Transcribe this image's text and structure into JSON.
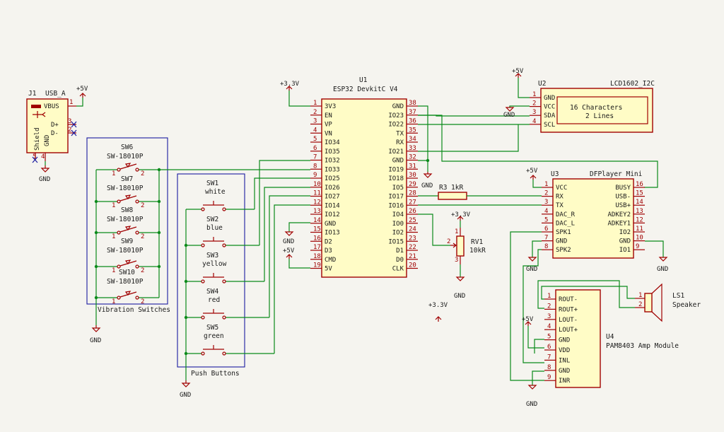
{
  "groups": {
    "vibration": "Vibration Switches",
    "push": "Push Buttons"
  },
  "power": {
    "p5v": "+5V",
    "p33": "+3.3V",
    "gnd": "GND"
  },
  "j1": {
    "ref": "J1",
    "val": "USB_A",
    "vbus": "VBUS",
    "dp": "D+",
    "dm": "D-",
    "shield": "Shield",
    "gnd": "GND",
    "pins": [
      "1",
      "2",
      "3",
      "4",
      "5"
    ]
  },
  "u1": {
    "ref": "U1",
    "val": "ESP32 DevkitC V4",
    "left": [
      {
        "name": "3V3",
        "num": "1"
      },
      {
        "name": "EN",
        "num": "2"
      },
      {
        "name": "VP",
        "num": "3"
      },
      {
        "name": "VN",
        "num": "4"
      },
      {
        "name": "IO34",
        "num": "5"
      },
      {
        "name": "IO35",
        "num": "6"
      },
      {
        "name": "IO32",
        "num": "7"
      },
      {
        "name": "IO33",
        "num": "8"
      },
      {
        "name": "IO25",
        "num": "9"
      },
      {
        "name": "IO26",
        "num": "10"
      },
      {
        "name": "IO27",
        "num": "11"
      },
      {
        "name": "IO14",
        "num": "12"
      },
      {
        "name": "IO12",
        "num": "13"
      },
      {
        "name": "GND",
        "num": "14"
      },
      {
        "name": "IO13",
        "num": "15"
      },
      {
        "name": "D2",
        "num": "16"
      },
      {
        "name": "D3",
        "num": "17"
      },
      {
        "name": "CMD",
        "num": "18"
      },
      {
        "name": "5V",
        "num": "19"
      }
    ],
    "right": [
      {
        "name": "GND",
        "num": "38"
      },
      {
        "name": "IO23",
        "num": "37"
      },
      {
        "name": "IO22",
        "num": "36"
      },
      {
        "name": "TX",
        "num": "35"
      },
      {
        "name": "RX",
        "num": "34"
      },
      {
        "name": "IO21",
        "num": "33"
      },
      {
        "name": "GND",
        "num": "32"
      },
      {
        "name": "IO19",
        "num": "31"
      },
      {
        "name": "IO18",
        "num": "30"
      },
      {
        "name": "IO5",
        "num": "29"
      },
      {
        "name": "IO17",
        "num": "28"
      },
      {
        "name": "IO16",
        "num": "27"
      },
      {
        "name": "IO4",
        "num": "26"
      },
      {
        "name": "IO0",
        "num": "25"
      },
      {
        "name": "IO2",
        "num": "24"
      },
      {
        "name": "IO15",
        "num": "23"
      },
      {
        "name": "D1",
        "num": "22"
      },
      {
        "name": "D0",
        "num": "21"
      },
      {
        "name": "CLK",
        "num": "20"
      }
    ]
  },
  "u2": {
    "ref": "U2",
    "val": "LCD1602_I2C",
    "line1": "16 Characters",
    "line2": "2 Lines",
    "pins": [
      {
        "name": "GND",
        "num": "1"
      },
      {
        "name": "VCC",
        "num": "2"
      },
      {
        "name": "SDA",
        "num": "3"
      },
      {
        "name": "SCL",
        "num": "4"
      }
    ]
  },
  "u3": {
    "ref": "U3",
    "val": "DFPlayer Mini",
    "left": [
      {
        "name": "VCC",
        "num": "1"
      },
      {
        "name": "RX",
        "num": "2"
      },
      {
        "name": "TX",
        "num": "3"
      },
      {
        "name": "DAC_R",
        "num": "4"
      },
      {
        "name": "DAC_L",
        "num": "5"
      },
      {
        "name": "SPK1",
        "num": "6"
      },
      {
        "name": "GND",
        "num": "7"
      },
      {
        "name": "SPK2",
        "num": "8"
      }
    ],
    "right": [
      {
        "name": "BUSY",
        "num": "16"
      },
      {
        "name": "USB-",
        "num": "15"
      },
      {
        "name": "USB+",
        "num": "14"
      },
      {
        "name": "ADKEY2",
        "num": "13"
      },
      {
        "name": "ADKEY1",
        "num": "12"
      },
      {
        "name": "IO2",
        "num": "11"
      },
      {
        "name": "GND",
        "num": "10"
      },
      {
        "name": "IO1",
        "num": "9"
      }
    ]
  },
  "u4": {
    "ref": "U4",
    "val": "PAM8403 Amp Module",
    "pins": [
      {
        "name": "ROUT-",
        "num": "1"
      },
      {
        "name": "ROUT+",
        "num": "2"
      },
      {
        "name": "LOUT-",
        "num": "3"
      },
      {
        "name": "LOUT+",
        "num": "4"
      },
      {
        "name": "GND",
        "num": "5"
      },
      {
        "name": "VDD",
        "num": "6"
      },
      {
        "name": "INL",
        "num": "7"
      },
      {
        "name": "GND",
        "num": "8"
      },
      {
        "name": "INR",
        "num": "9"
      }
    ]
  },
  "r3": {
    "ref": "R3",
    "val": "1kR"
  },
  "rv1": {
    "ref": "RV1",
    "val": "10kR",
    "pins": [
      "1",
      "2",
      "3"
    ]
  },
  "ls1": {
    "ref": "LS1",
    "val": "Speaker",
    "pins": [
      "1",
      "2"
    ]
  },
  "vibration_switches": [
    {
      "ref": "SW6",
      "val": "SW-18010P"
    },
    {
      "ref": "SW7",
      "val": "SW-18010P"
    },
    {
      "ref": "SW8",
      "val": "SW-18010P"
    },
    {
      "ref": "SW9",
      "val": "SW-18010P"
    },
    {
      "ref": "SW10",
      "val": "SW-18010P"
    }
  ],
  "push_buttons": [
    {
      "ref": "SW1",
      "val": "white"
    },
    {
      "ref": "SW2",
      "val": "blue"
    },
    {
      "ref": "SW3",
      "val": "yellow"
    },
    {
      "ref": "SW4",
      "val": "red"
    },
    {
      "ref": "SW5",
      "val": "green"
    }
  ],
  "sw_pins": [
    "1",
    "2"
  ]
}
